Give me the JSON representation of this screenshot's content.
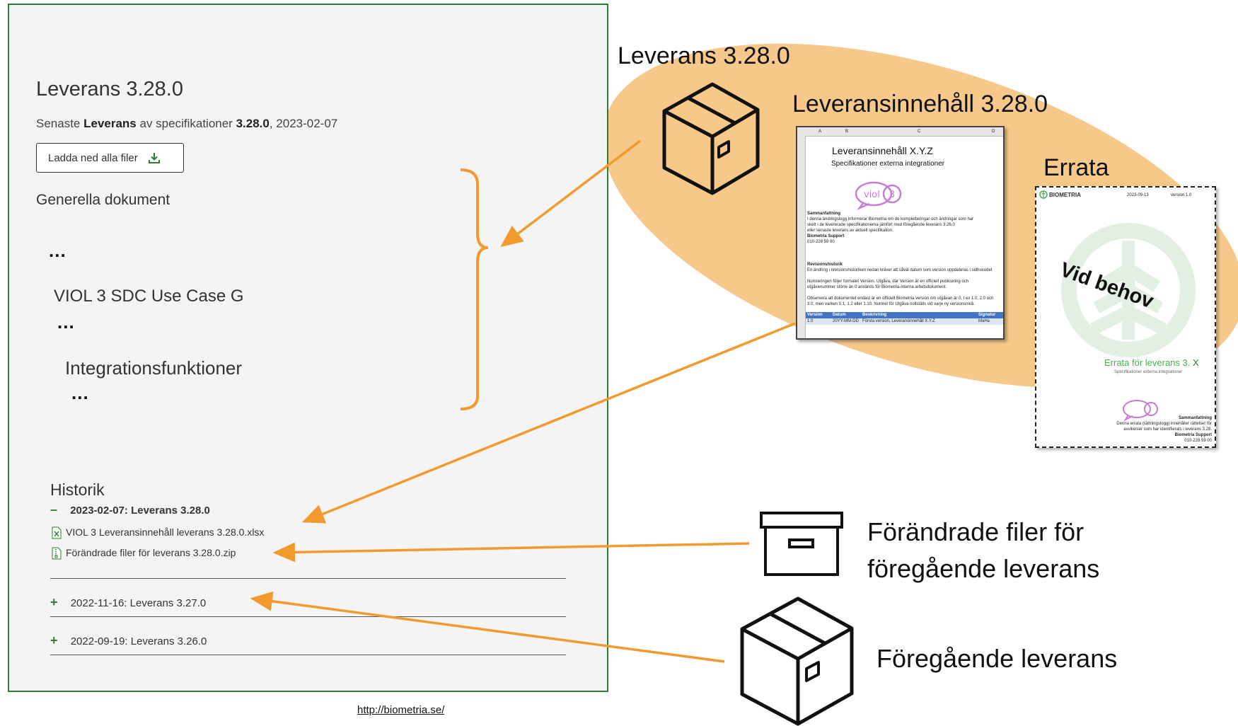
{
  "panel": {
    "title": "Leverans 3.28.0",
    "subtitle_prefix": "Senaste ",
    "subtitle_bold1": "Leverans",
    "subtitle_mid": " av specifikationer ",
    "subtitle_bold2": "3.28.0",
    "subtitle_suffix": ", 2023-02-07",
    "download_label": "Ladda ned alla filer",
    "general_docs": "Generella dokument",
    "dots": "...",
    "viol_heading": "VIOL 3 SDC Use Case G",
    "integ_heading": "Integrationsfunktioner",
    "history_title": "Historik",
    "history": [
      {
        "toggle": "–",
        "label": "2023-02-07: Leverans 3.28.0",
        "expanded": true
      },
      {
        "toggle": "+",
        "label": "2022-11-16: Leverans 3.27.0",
        "expanded": false
      },
      {
        "toggle": "+",
        "label": "2022-09-19: Leverans 3.26.0",
        "expanded": false
      }
    ],
    "files": [
      {
        "icon": "excel-file-icon",
        "label": "VIOL 3 Leveransinnehåll leverans 3.28.0.xlsx"
      },
      {
        "icon": "zip-file-icon",
        "label": "Förändrade filer för leverans 3.28.0.zip"
      }
    ]
  },
  "link": "http://biometria.se/",
  "labels": {
    "leverans": "Leverans 3.28.0",
    "leveransinnehall": "Leveransinnehåll 3.28.0",
    "errata": "Errata",
    "forandrade_line1": "Förändrade filer för",
    "forandrade_line2": "föregående leverans",
    "foregaende": "Föregående leverans",
    "vid_behov": "Vid behov"
  },
  "sheet": {
    "title": "Leveransinnehåll X.Y.Z",
    "subtitle": "Specifikationer externa integrationer",
    "logo_text": "viol",
    "logo_num": "3",
    "columns": [
      "A",
      "B",
      "C",
      "D"
    ],
    "summary_head": "Sammanfattning",
    "summary_lines": [
      "I denna ändringslogg informerar Biometria om de kompletteringar och ändringar som har",
      "skett i de levererade specifikationerna jämfört med föregående leverans 3.26.0",
      "eller senaste leverans av aktuell specifikation."
    ],
    "support_head": "Biometria Support",
    "support_phone": "010-228 59 00",
    "rev_head": "Revisionshistorik",
    "rev_line": "En ändring i revisionshistoriken nedan kräver att såväl datum som version uppdateras i sidhuvudet",
    "numbering_lines": [
      "Numreringen följer formatet Version. Utgåva, där Version är en officiell publicering och",
      "utgåvenummer större än 0 används för Biometria-interna arbetsdokument."
    ],
    "observe_lines": [
      "Observera att dokumentet endast är en officiell Biometria version om utgåvan är 0, t ex 1.0, 2.0 och",
      "3.0, men varken 0.1, 1.2 eller 1.10. Numret för Utgåva nollställs vid varje ny versionsnivå."
    ],
    "table_head": [
      "Version",
      "Datum",
      "Beskrivning",
      "Signatur"
    ],
    "table_row": [
      "1.0",
      "20YY-MM-DD",
      "Första version, Leveransinnehåll X.Y.Z",
      "MaHa"
    ]
  },
  "errata_doc": {
    "brand": "BIOMETRIA",
    "date": "2023-09-13",
    "version": "version 1.0",
    "title_prefix": "Errata för leverans 3.",
    "title_x": "X",
    "subtitle": "Specifikationer externa integrationer",
    "summary_head": "Sammanfattning",
    "summary_lines": [
      "Denna errata (rättningslogg) innehåller rättelser för",
      "avvikelser som har identifierats i leverans 3.28."
    ],
    "support_head": "Biometria Support",
    "support_phone": "010-228 59 00"
  },
  "colors": {
    "panel_border": "#2e7d32",
    "ellipse": "#f6c98b",
    "arrow": "#f29a2e",
    "excel_header": "#4472c4",
    "errata_green": "#4caf50"
  }
}
